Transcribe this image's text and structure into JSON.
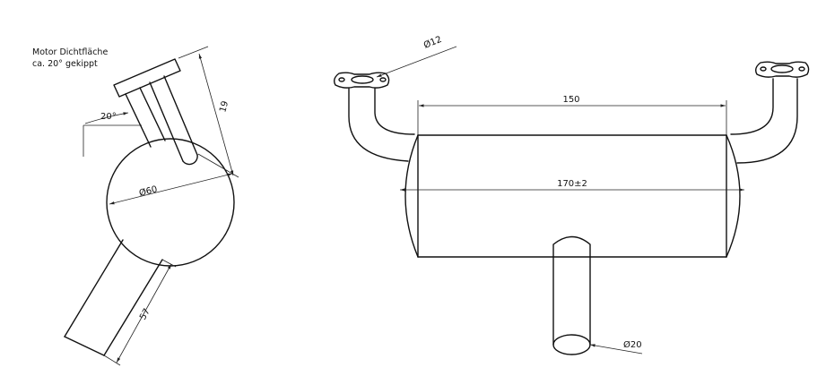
{
  "notes": {
    "line1": "Motor Dichtfläche",
    "line2": "ca. 20° gekippt"
  },
  "side_view": {
    "angle_label": "20°",
    "dim_19": "19",
    "dim_dia60": "Ø60",
    "dim_57": "57"
  },
  "front_view": {
    "dim_dia12": "Ø12",
    "dim_150": "150",
    "dim_170": "170±2",
    "dim_dia20": "Ø20"
  }
}
